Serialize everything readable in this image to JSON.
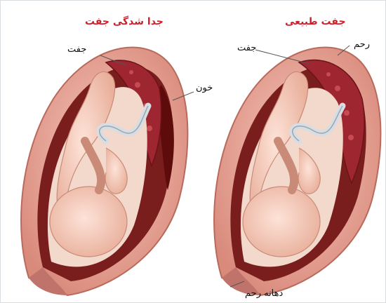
{
  "left_panel": {
    "title": "جدا شدگی جفت",
    "labels": {
      "placenta": "جفت",
      "blood": "خون"
    }
  },
  "right_panel": {
    "title": "جفت طبیعی",
    "labels": {
      "placenta": "جفت",
      "uterus": "رحم",
      "cervix": "دهانه رحم"
    }
  }
}
